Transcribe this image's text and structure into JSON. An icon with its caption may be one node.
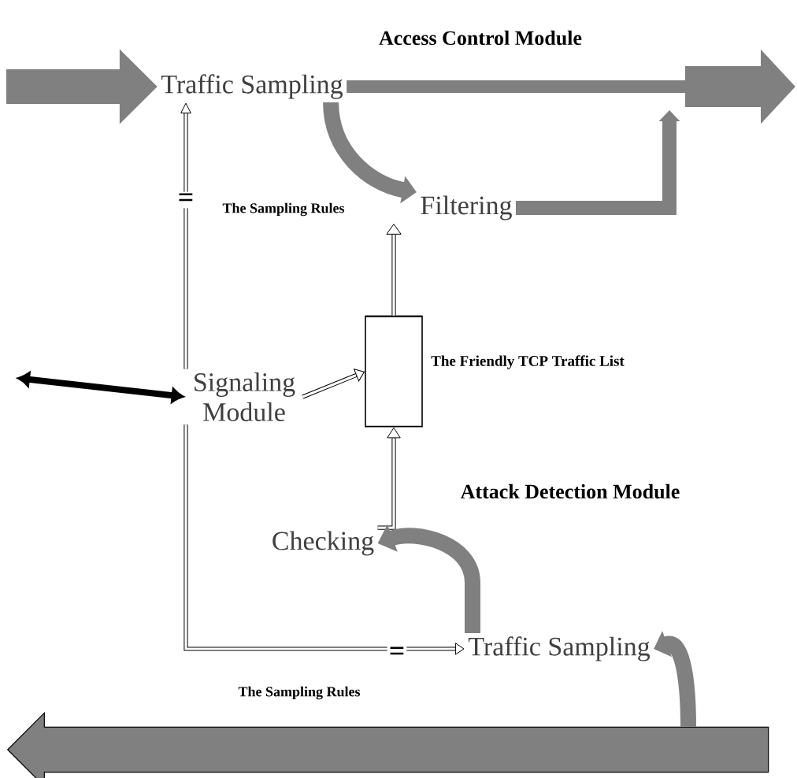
{
  "diagram": {
    "nodes": [
      {
        "text": [
          "Traffic Sampling"
        ]
      },
      {
        "text": [
          "Filtering"
        ]
      },
      {
        "text": [
          "Signaling Module"
        ]
      },
      {
        "text": [],
        "shape": "cylinder",
        "beside": [
          "The Friendly TCP Traffic List"
        ]
      },
      {
        "text": [
          "Checking"
        ]
      },
      {
        "text": [
          "Traffic Sampling"
        ]
      },
      {
        "text": [],
        "shape": "arrow"
      }
    ],
    "edges": [
      {
        "from": null,
        "to": 0,
        "arrow": "to",
        "style": "thick",
        "color": "#808080"
      },
      {
        "from": 0,
        "to": null,
        "arrow": "to",
        "style": "thick",
        "color": "#808080"
      },
      {
        "from": 0,
        "to": 1,
        "arrow": "to",
        "style": "thick",
        "color": "#808080"
      },
      {
        "from": 1,
        "to": null,
        "arrow": "to",
        "style": "thick",
        "color": "#808080"
      },
      {
        "from": 2,
        "to": 0,
        "arrow": "to",
        "label": "The Sampling Rules",
        "color": "#000000"
      },
      {
        "from": 3,
        "to": 1,
        "arrow": "to",
        "color": "#000000"
      },
      {
        "from": 2,
        "to": 3,
        "arrow": "to",
        "color": "#000000"
      },
      {
        "from": 4,
        "to": 3,
        "arrow": "to",
        "color": "#000000"
      },
      {
        "from": 5,
        "to": 4,
        "arrow": "to",
        "style": "thick",
        "color": "#808080"
      },
      {
        "from": 2,
        "to": 5,
        "arrow": "to",
        "label": "The Sampling Rules",
        "color": "#000000"
      },
      {
        "from": 6,
        "to": 5,
        "arrow": "to",
        "style": "thick",
        "color": "#808080"
      },
      {
        "from": null,
        "to": 2,
        "arrow": "both",
        "color": "#000000"
      }
    ],
    "labels": [
      "Access Control Module",
      "=",
      "Attack Detection Module",
      "="
    ]
  }
}
